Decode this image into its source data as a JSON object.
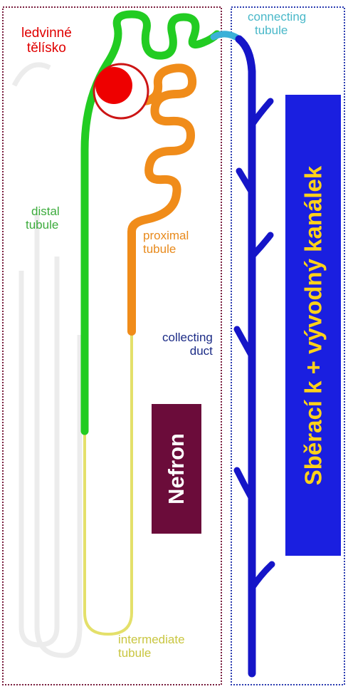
{
  "labels": {
    "corpuscle_line1": "ledvinné",
    "corpuscle_line2": "tělísko",
    "connecting_line1": "connecting",
    "connecting_line2": "tubule",
    "distal_line1": "distal",
    "distal_line2": "tubule",
    "proximal_line1": "proximal",
    "proximal_line2": "tubule",
    "collecting_line1": "collecting",
    "collecting_line2": "duct",
    "intermediate_line1": "intermediate",
    "intermediate_line2": "tubule",
    "nefron": "Nefron",
    "collecting_system": "Sběrací k + vývodný kanálek"
  },
  "colors": {
    "corpuscle": "#ee0000",
    "distal_tubule": "#22cc22",
    "proximal_tubule": "#f08c1a",
    "intermediate_tubule": "#e4e06a",
    "connecting_tubule": "#3bb0d8",
    "collecting_duct": "#1515c8",
    "nefron_box": "#6b0c3a",
    "collecting_box": "#1a1fe0",
    "collecting_text": "#ffd21a",
    "frame_left": "#7a1f3f",
    "frame_right": "#2a3bb0"
  }
}
